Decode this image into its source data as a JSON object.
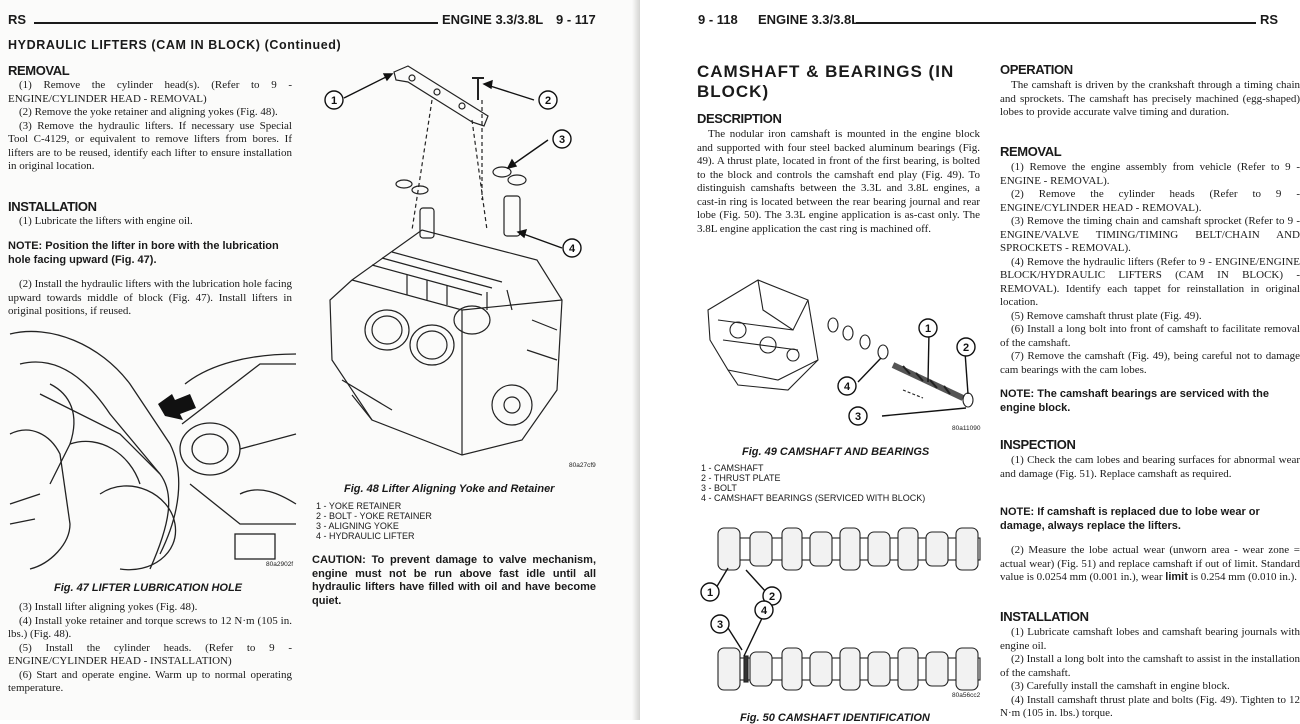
{
  "left_page": {
    "header": {
      "section_code": "RS",
      "title": "ENGINE 3.3/3.8L",
      "page_number": "9 - 117"
    },
    "continued_heading": "HYDRAULIC LIFTERS (CAM IN BLOCK) (Continued)",
    "removal": {
      "heading": "REMOVAL",
      "steps": [
        "(1) Remove the cylinder head(s). (Refer to 9 - ENGINE/CYLINDER HEAD - REMOVAL)",
        "(2) Remove the yoke retainer and aligning yokes (Fig. 48).",
        "(3) Remove the hydraulic lifters. If necessary use Special Tool C-4129, or equivalent to remove lifters from bores. If lifters are to be reused, identify each lifter to ensure installation in original location."
      ]
    },
    "installation": {
      "heading": "INSTALLATION",
      "step1": "(1) Lubricate the lifters with engine oil.",
      "note": "NOTE: Position the lifter in bore with the lubrication hole facing upward (Fig. 47).",
      "step2": "(2) Install the hydraulic lifters with the lubrication hole facing upward towards middle of block (Fig. 47). Install lifters in original positions, if reused.",
      "steps_after": [
        "(3) Install lifter aligning yokes (Fig. 48).",
        "(4) Install yoke retainer and torque screws to 12 N·m (105 in. lbs.) (Fig. 48).",
        "(5) Install the cylinder heads. (Refer to 9 - ENGINE/CYLINDER HEAD - INSTALLATION)",
        "(6) Start and operate engine. Warm up to normal operating temperature."
      ]
    },
    "fig47": {
      "caption": "Fig. 47 LIFTER LUBRICATION HOLE",
      "id": "80a2902f"
    },
    "fig48": {
      "caption": "Fig. 48 Lifter Aligning Yoke and Retainer",
      "id": "80a27cf9",
      "callouts": [
        "1",
        "2",
        "3",
        "4"
      ],
      "legend": [
        "1 - YOKE RETAINER",
        "2 - BOLT - YOKE RETAINER",
        "3 - ALIGNING YOKE",
        "4 - HYDRAULIC LIFTER"
      ]
    },
    "caution": "CAUTION: To prevent damage to valve mechanism, engine must not be run above fast idle until all hydraulic lifters have filled with oil and have become quiet."
  },
  "right_page": {
    "header": {
      "page_number": "9 - 118",
      "title": "ENGINE 3.3/3.8L",
      "section_code": "RS"
    },
    "topic_title": [
      "CAMSHAFT & BEARINGS (IN",
      "BLOCK)"
    ],
    "description": {
      "heading": "DESCRIPTION",
      "text": "The nodular iron camshaft is mounted in the engine block and supported with four steel backed aluminum bearings (Fig. 49). A thrust plate, located in front of the first bearing, is bolted to the block and controls the camshaft end play (Fig. 49). To distinguish camshafts between the 3.3L and 3.8L engines, a cast-in ring is located between the rear bearing journal and rear lobe (Fig. 50). The 3.3L engine application is as-cast only. The 3.8L engine application the cast ring is machined off."
    },
    "fig49": {
      "caption": "Fig. 49 CAMSHAFT AND BEARINGS",
      "id": "80a11090",
      "callouts": [
        "1",
        "2",
        "3",
        "4"
      ],
      "legend": [
        "1 - CAMSHAFT",
        "2 - THRUST PLATE",
        "3 - BOLT",
        "4 - CAMSHAFT BEARINGS (SERVICED WITH BLOCK)"
      ]
    },
    "fig50": {
      "caption": "Fig. 50 CAMSHAFT IDENTIFICATION",
      "id": "80a56cc2",
      "callouts": [
        "1",
        "2",
        "3",
        "4"
      ]
    },
    "operation": {
      "heading": "OPERATION",
      "text": "The camshaft is driven by the crankshaft through a timing chain and sprockets. The camshaft has precisely machined (egg-shaped) lobes to provide accurate valve timing and duration."
    },
    "removal": {
      "heading": "REMOVAL",
      "steps": [
        "(1) Remove the engine assembly from vehicle (Refer to 9 - ENGINE - REMOVAL).",
        "(2) Remove the cylinder heads (Refer to 9 - ENGINE/CYLINDER HEAD - REMOVAL).",
        "(3) Remove the timing chain and camshaft sprocket (Refer to 9 - ENGINE/VALVE TIMING/TIMING BELT/CHAIN AND SPROCKETS - REMOVAL).",
        "(4) Remove the hydraulic lifters (Refer to 9 - ENGINE/ENGINE BLOCK/HYDRAULIC LIFTERS (CAM IN BLOCK) - REMOVAL). Identify each tappet for reinstallation in original location.",
        "(5) Remove camshaft thrust plate (Fig. 49).",
        "(6) Install a long bolt into front of camshaft to facilitate removal of the camshaft.",
        "(7) Remove the camshaft (Fig. 49), being careful not to damage cam bearings with the cam lobes."
      ],
      "note": "NOTE: The camshaft bearings are serviced with the engine block."
    },
    "inspection": {
      "heading": "INSPECTION",
      "step1": "(1) Check the cam lobes and bearing surfaces for abnormal wear and damage (Fig. 51). Replace camshaft as required.",
      "note": "NOTE: If camshaft is replaced due to lobe wear or damage, always replace the lifters.",
      "step2_before": "(2) Measure the lobe actual wear (unworn area - wear zone = actual wear) (Fig. 51) and replace camshaft if out of limit. Standard value is 0.0254 mm (0.001 in.), wear ",
      "step2_bold": "limit",
      "step2_after": " is 0.254 mm (0.010 in.)."
    },
    "installation": {
      "heading": "INSTALLATION",
      "steps": [
        "(1) Lubricate camshaft lobes and camshaft bearing journals with engine oil.",
        "(2) Install a long bolt into the camshaft to assist in the installation of the camshaft.",
        "(3) Carefully install the camshaft in engine block.",
        "(4) Install camshaft thrust plate and bolts (Fig. 49). Tighten to 12 N·m (105 in. lbs.) torque."
      ]
    }
  }
}
